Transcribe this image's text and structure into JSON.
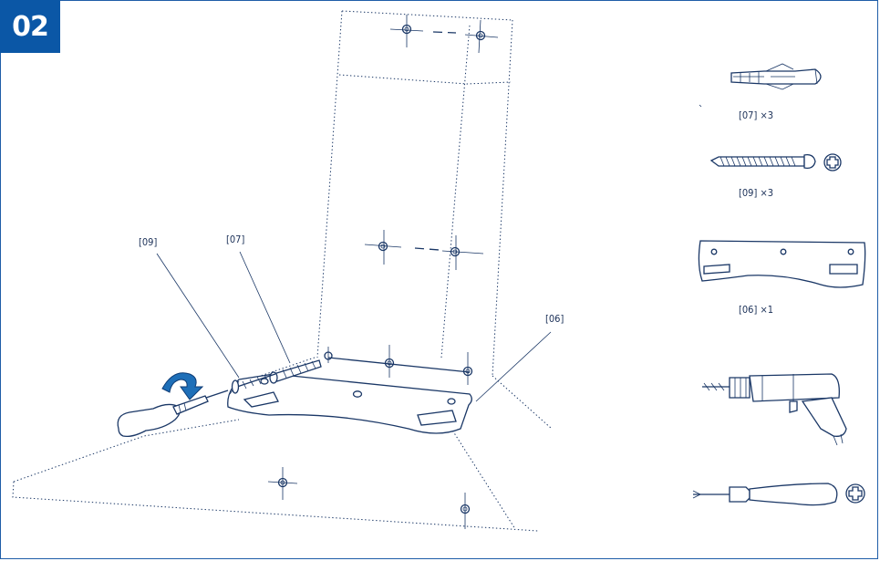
{
  "step": {
    "number": "02"
  },
  "callouts": [
    {
      "id": "screw",
      "text": "[09]"
    },
    {
      "id": "anchor",
      "text": "[07]"
    },
    {
      "id": "bracket",
      "text": "[06]"
    }
  ],
  "parts": [
    {
      "id": "anchor",
      "text": "[07] ×3"
    },
    {
      "id": "screw",
      "text": "[09] ×3"
    },
    {
      "id": "bracket",
      "text": "[06] ×1"
    }
  ],
  "tools": [
    {
      "id": "drill",
      "icon": "power-drill-icon"
    },
    {
      "id": "screwdriver",
      "icon": "phillips-screwdriver-icon"
    }
  ],
  "colors": {
    "accent": "#0b57a6",
    "line": "#1a3766"
  }
}
